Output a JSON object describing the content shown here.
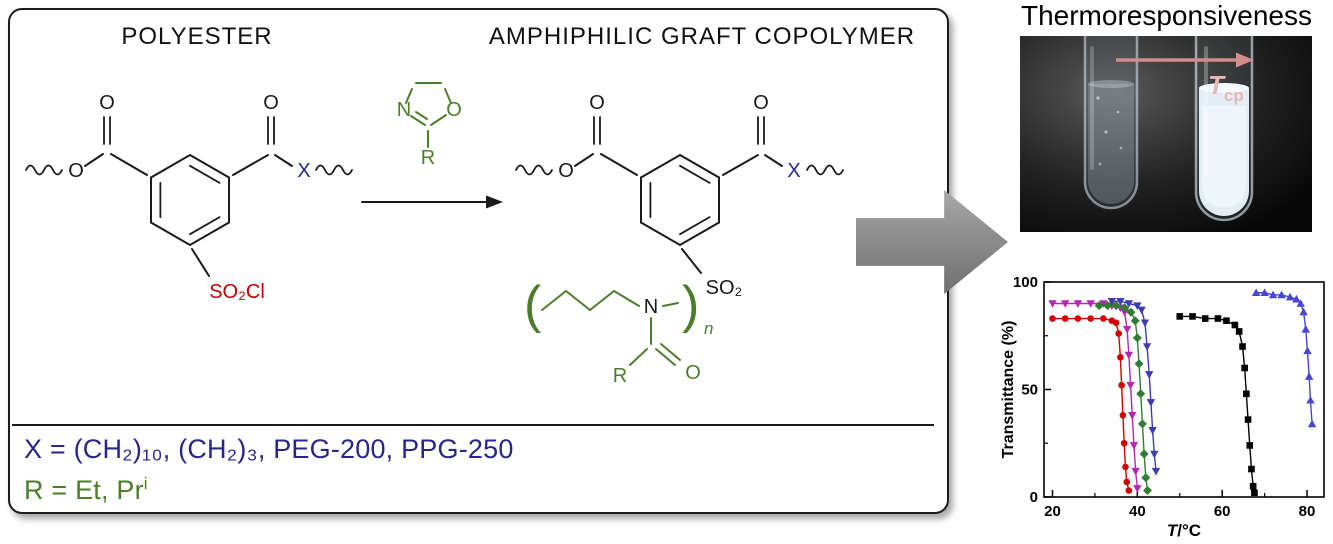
{
  "scheme": {
    "left_title": "POLYESTER",
    "right_title": "AMPHIPHILIC GRAFT COPOLYMER",
    "atoms": {
      "O": "O",
      "N": "N",
      "X": "X",
      "R": "R"
    },
    "so2cl_label": "SO₂Cl",
    "so2_label": "SO₂",
    "repeat_subscript": "n",
    "paren_open": "(",
    "paren_close": ")",
    "x_definition": "X = (CH₂)₁₀, (CH₂)₃, PEG-200, PPG-250",
    "r_definition_base": "R = Et, Pr",
    "r_definition_superscript": "i",
    "colors": {
      "x_navy": "#26268c",
      "so2cl_red": "#c00000",
      "green": "#4c7d2b"
    }
  },
  "thermo": {
    "title": "Thermoresponsiveness",
    "tcp_symbol": "T",
    "tcp_subscript": "cp",
    "arrow_color": "#d48c8c"
  },
  "chart_data": {
    "type": "scatter",
    "title": "",
    "xlabel_italic": "T",
    "xlabel_rest": "/°C",
    "ylabel": "Transmittance (%)",
    "xlim": [
      18,
      84
    ],
    "ylim": [
      0,
      100
    ],
    "x_ticks": [
      20,
      40,
      60,
      80
    ],
    "x_minor_ticks": [
      30,
      50,
      70
    ],
    "y_ticks": [
      0,
      50,
      100
    ],
    "y_minor_ticks": [
      25,
      75
    ],
    "grid": false,
    "legend": "none",
    "series": [
      {
        "name": "cloud-point-36C",
        "color": "#d40000",
        "marker": "circle",
        "points": [
          [
            20,
            83
          ],
          [
            23,
            83
          ],
          [
            26,
            83
          ],
          [
            29,
            83
          ],
          [
            32,
            83
          ],
          [
            34,
            82
          ],
          [
            35,
            81
          ],
          [
            35.6,
            76
          ],
          [
            36,
            65
          ],
          [
            36.3,
            52
          ],
          [
            36.6,
            38
          ],
          [
            36.9,
            25
          ],
          [
            37.2,
            14
          ],
          [
            37.5,
            7
          ],
          [
            38,
            3
          ]
        ]
      },
      {
        "name": "cloud-point-38C",
        "color": "#b526b5",
        "marker": "triangle-down",
        "points": [
          [
            20,
            90
          ],
          [
            23,
            90
          ],
          [
            26,
            90
          ],
          [
            29,
            90
          ],
          [
            32,
            90
          ],
          [
            34,
            89
          ],
          [
            36,
            88
          ],
          [
            37,
            86
          ],
          [
            37.6,
            78
          ],
          [
            38,
            66
          ],
          [
            38.4,
            52
          ],
          [
            38.8,
            38
          ],
          [
            39.2,
            24
          ],
          [
            39.6,
            12
          ],
          [
            40,
            4
          ]
        ]
      },
      {
        "name": "cloud-point-41C",
        "color": "#2e7d32",
        "marker": "diamond",
        "points": [
          [
            31,
            89
          ],
          [
            33,
            89
          ],
          [
            35,
            89
          ],
          [
            37,
            88
          ],
          [
            38.5,
            86
          ],
          [
            39.5,
            82
          ],
          [
            40,
            74
          ],
          [
            40.4,
            62
          ],
          [
            40.8,
            48
          ],
          [
            41.2,
            34
          ],
          [
            41.6,
            20
          ],
          [
            42,
            9
          ],
          [
            42.4,
            3
          ]
        ]
      },
      {
        "name": "cloud-point-43C",
        "color": "#3c3cb4",
        "marker": "triangle-down",
        "points": [
          [
            34,
            91
          ],
          [
            36,
            91
          ],
          [
            38,
            90
          ],
          [
            40,
            89
          ],
          [
            41,
            87
          ],
          [
            41.8,
            81
          ],
          [
            42.3,
            70
          ],
          [
            42.8,
            57
          ],
          [
            43.2,
            44
          ],
          [
            43.6,
            31
          ],
          [
            44,
            20
          ],
          [
            44.4,
            12
          ]
        ]
      },
      {
        "name": "cloud-point-66C",
        "color": "#000000",
        "marker": "square",
        "points": [
          [
            50,
            84
          ],
          [
            53,
            84
          ],
          [
            56,
            83
          ],
          [
            59,
            83
          ],
          [
            61,
            82
          ],
          [
            63,
            80
          ],
          [
            64,
            77
          ],
          [
            64.8,
            70
          ],
          [
            65.3,
            60
          ],
          [
            65.7,
            48
          ],
          [
            66.1,
            36
          ],
          [
            66.5,
            24
          ],
          [
            66.9,
            13
          ],
          [
            67.3,
            5
          ],
          [
            67.6,
            2
          ]
        ]
      },
      {
        "name": "cloud-point-80C",
        "color": "#4646d2",
        "marker": "triangle-up",
        "points": [
          [
            68,
            95
          ],
          [
            70,
            95
          ],
          [
            72,
            94
          ],
          [
            74,
            94
          ],
          [
            76,
            93
          ],
          [
            77.5,
            92
          ],
          [
            78.5,
            90
          ],
          [
            79.2,
            86
          ],
          [
            79.7,
            78
          ],
          [
            80.1,
            68
          ],
          [
            80.5,
            56
          ],
          [
            80.8,
            45
          ],
          [
            81.2,
            34
          ]
        ]
      }
    ]
  }
}
